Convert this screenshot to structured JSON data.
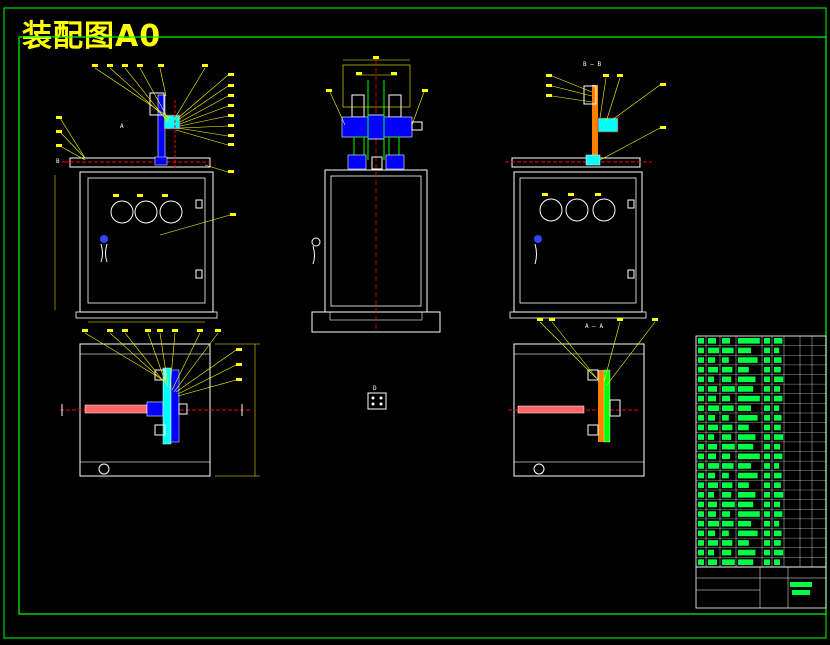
{
  "drawing": {
    "title": "装配图A0",
    "colors": {
      "background": "#000000",
      "frame": "#00ff00",
      "outline": "#ffffff",
      "leader": "#ffff00",
      "centerline": "#ff0000",
      "blue_part": "#0000ff",
      "cyan_part": "#00ffff",
      "orange_part": "#ff8000",
      "table_fill": "#00ff44"
    },
    "view_labels": {
      "a_arrow": "A",
      "b_arrow": "B",
      "bb_section": "B — B",
      "aa_section": "A — A",
      "detail_tag": "D"
    },
    "views": [
      "front-view",
      "side-view",
      "right-section-view",
      "top-view",
      "aa-section-view",
      "detail-block"
    ],
    "parts_list": {
      "rows": 24,
      "title_block": "title-block"
    }
  }
}
